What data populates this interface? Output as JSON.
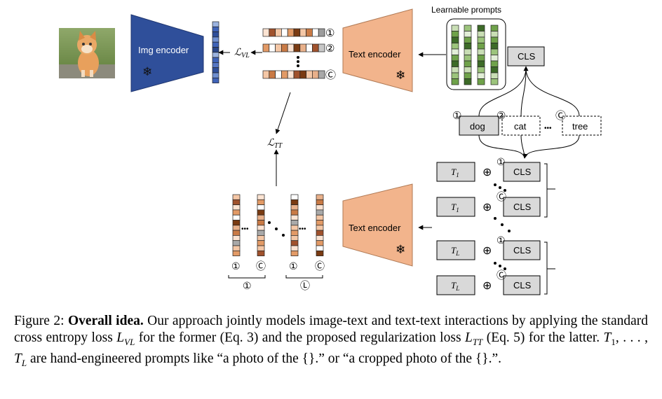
{
  "diagram": {
    "top_img_encoder": "Img encoder",
    "top_text_encoder": "Text encoder",
    "bottom_text_encoder": "Text encoder",
    "learnable_prompts": "Learnable prompts",
    "cls": "CLS",
    "classes": [
      {
        "marker": "①",
        "name": "dog"
      },
      {
        "marker": "②",
        "name": "cat"
      },
      {
        "marker": "Ⓒ",
        "name": "tree"
      }
    ],
    "loss_vl": "ℒ",
    "loss_vl_sub": "VL",
    "loss_tt": "ℒ",
    "loss_tt_sub": "TT",
    "prompt_rows": [
      {
        "t": "T",
        "sub": "1",
        "marker": "①",
        "cls": "CLS"
      },
      {
        "t": "T",
        "sub": "1",
        "marker": "Ⓒ",
        "cls": "CLS"
      },
      {
        "t": "T",
        "sub": "L",
        "marker": "①",
        "cls": "CLS"
      },
      {
        "t": "T",
        "sub": "L",
        "marker": "Ⓒ",
        "cls": "CLS"
      }
    ],
    "feature_markers": [
      "①",
      "②",
      "Ⓒ"
    ],
    "group_markers": [
      "①",
      "Ⓒ",
      "①",
      "Ⓒ"
    ],
    "group_labels": [
      "①",
      "Ⓛ"
    ],
    "oplus": "⊕",
    "snowflake": "❄",
    "ellipsis": "•••"
  },
  "colors": {
    "img_encoder": "#2f4f9a",
    "text_encoder": "#f2b48c",
    "cls_box": "#d9d9d9",
    "learnable": "#6fa24a"
  },
  "caption": {
    "prefix": "Figure 2: ",
    "bold": "Overall idea.",
    "t1": " Our approach jointly models image-text and text-text interactions by applying the standard cross entropy loss ",
    "m1": "L",
    "m1_sub": "VL",
    "t2": " for the former (Eq. 3) and the proposed regularization loss ",
    "m2": "L",
    "m2_sub": "TT",
    "t3": " (Eq. 5) for the latter. ",
    "m3": "T",
    "m3_sub": "1",
    "t4": ", . . . , ",
    "m4": "T",
    "m4_sub": "L",
    "t5": " are hand-engineered prompts like “a photo of the {}.” or “a cropped photo of the {}.”."
  }
}
